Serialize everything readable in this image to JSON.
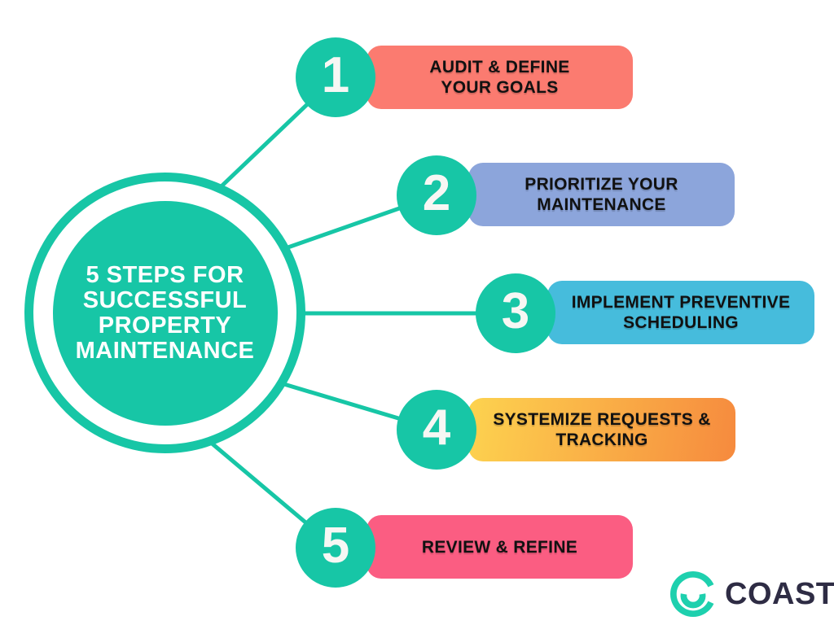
{
  "title_circle": {
    "line1": "5 STEPS FOR",
    "line2": "SUCCESSFUL",
    "line3": "PROPERTY",
    "line4": "MAINTENANCE"
  },
  "steps": [
    {
      "number": "1",
      "line1": "AUDIT & DEFINE",
      "line2": "YOUR GOALS",
      "bg": "#FB7B70"
    },
    {
      "number": "2",
      "line1": "PRIORITIZE YOUR",
      "line2": "MAINTENANCE",
      "bg": "#8CA5DB"
    },
    {
      "number": "3",
      "line1": "IMPLEMENT PREVENTIVE",
      "line2": "SCHEDULING",
      "bg": "#46BCDC"
    },
    {
      "number": "4",
      "line1": "SYSTEMIZE REQUESTS &",
      "line2": "TRACKING",
      "bg": "#FDD34F",
      "bg2": "#F68A3E"
    },
    {
      "number": "5",
      "line1": "REVIEW & REFINE",
      "line2": "",
      "bg": "#FB5D82"
    }
  ],
  "logo": {
    "brand": "COAST",
    "icon": "coast-smile-icon",
    "icon_color": "#1ED0AE",
    "text_color": "#2E2C44"
  },
  "colors": {
    "teal_accent": "#17C6A6",
    "card_text": "#111111",
    "background": "#FFFFFF"
  }
}
